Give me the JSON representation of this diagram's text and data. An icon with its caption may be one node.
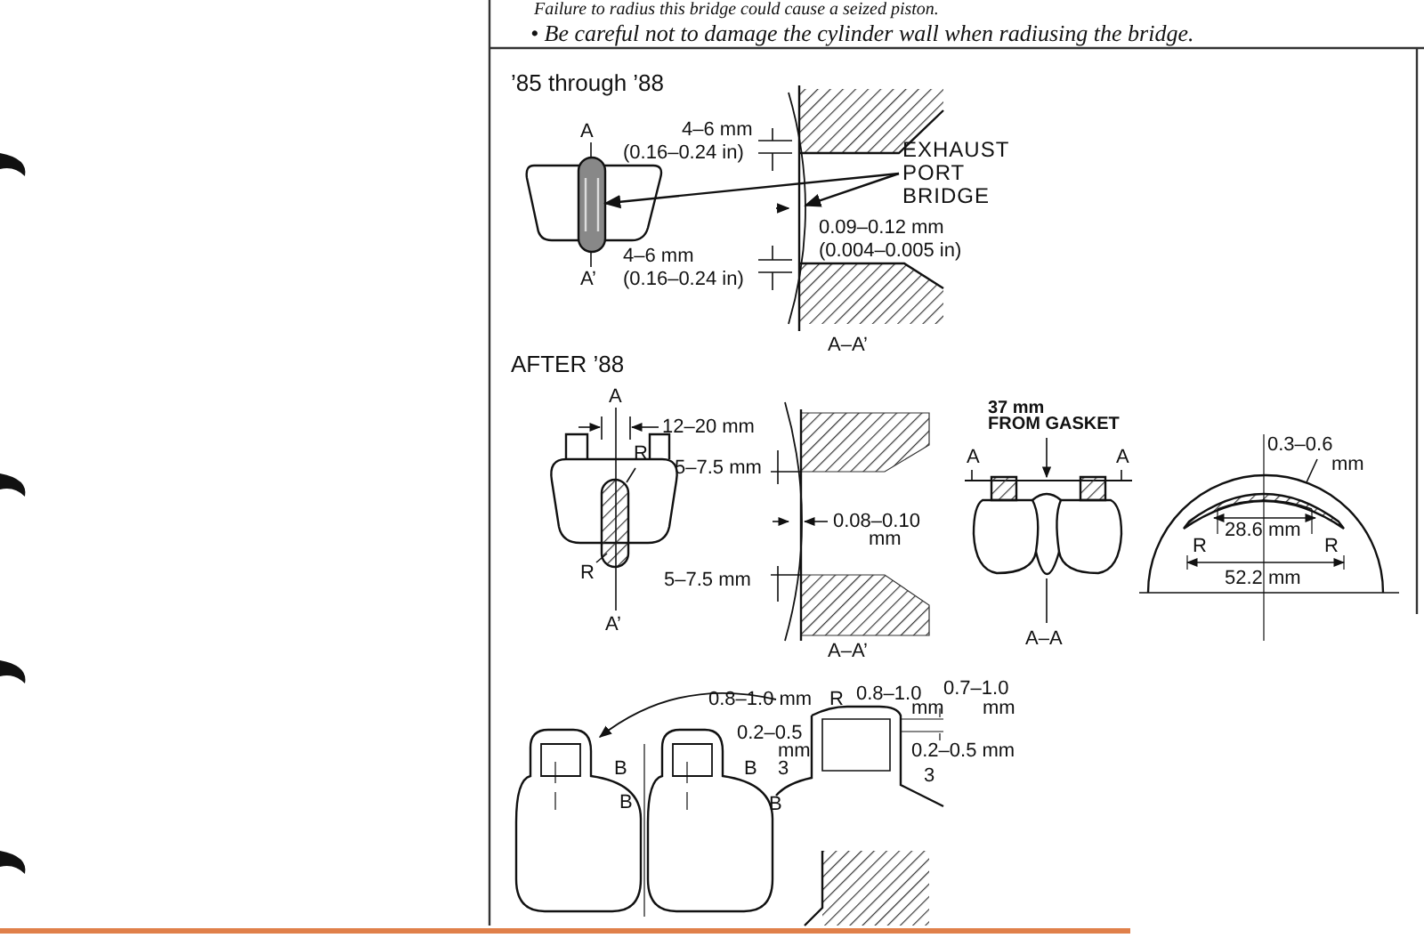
{
  "diagram": {
    "nodes": [
      {
        "text": [
          "EXHAUST PORT BRIDGE"
        ]
      },
      {
        "text": [],
        "shape": "picture"
      },
      {
        "text": [],
        "shape": "picture"
      }
    ],
    "edges": [
      {
        "from": 0,
        "to": 1,
        "arrow": "to"
      },
      {
        "from": 0,
        "to": 2,
        "arrow": "to"
      }
    ],
    "labels": [
      "Failure to radius this bridge could cause a seized piston.",
      "• Be careful not to damage the cylinder wall when radiusing the bridge.",
      "’85 through ’88",
      "A",
      "4–6 mm",
      "(0.16–0.24 in)",
      "0.09–0.12 mm",
      "4–6 mm",
      "(0.004–0.005 in)",
      "A’",
      "(0.16–0.24 in)",
      "A–A’",
      "AFTER ’88",
      "A",
      "12–20 mm",
      "R",
      "5–7.5 mm",
      "0.08–0.10",
      "mm",
      "R",
      "5–7.5 mm",
      "A’",
      "A–A’",
      "37 mm",
      "FROM GASKET",
      "A",
      "A",
      "A–A",
      "0.3–0.6",
      "mm",
      "28.6 mm",
      "R",
      "R",
      "52.2 mm",
      "0.8–1.0 mm",
      "R",
      "0.8–1.0",
      "0.7–1.0",
      "mm",
      "mm",
      "0.2–0.5",
      "mm",
      "3",
      "0.2–0.5 mm",
      "B",
      "B",
      "3",
      "B",
      "B"
    ]
  }
}
